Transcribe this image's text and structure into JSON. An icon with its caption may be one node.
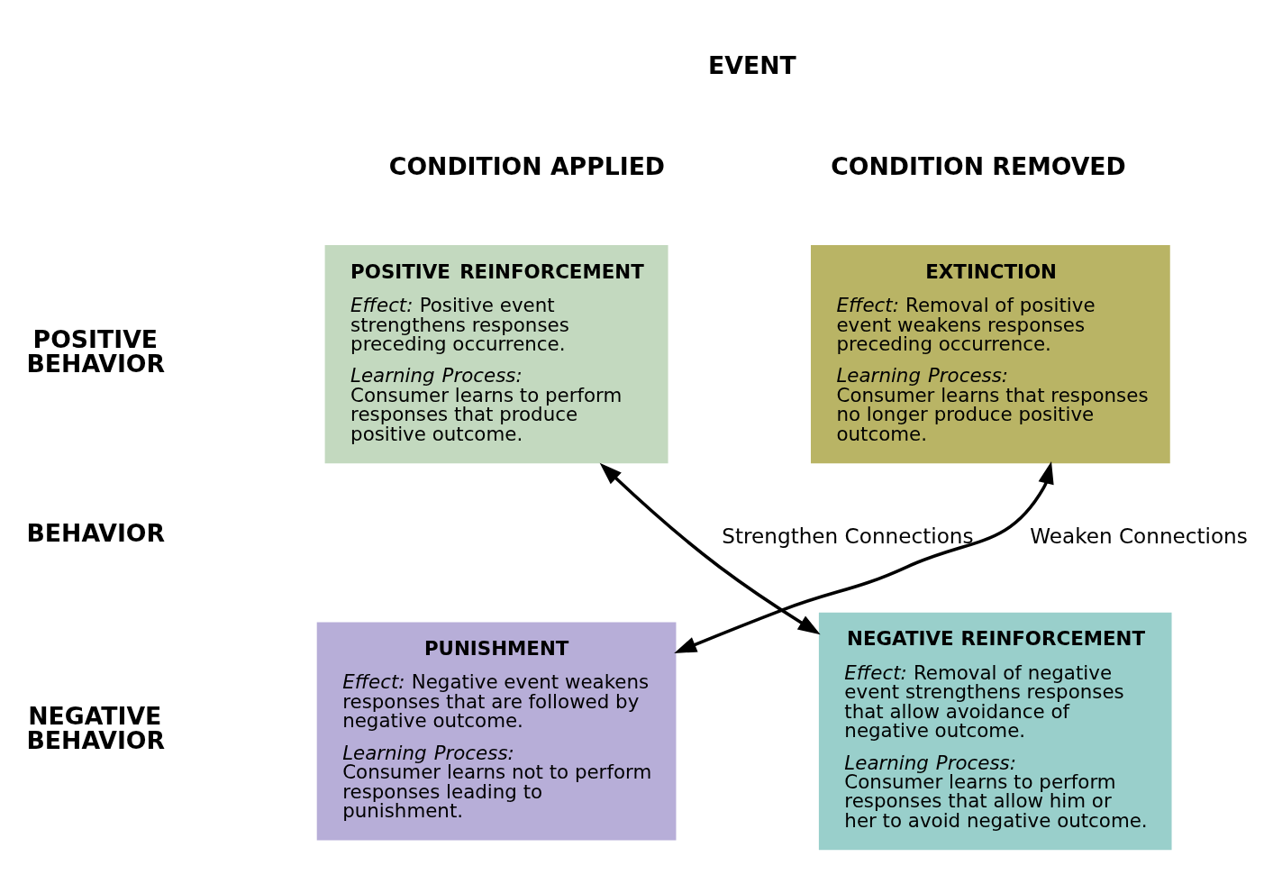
{
  "diagram": {
    "nodes": [
      {
        "text": [
          "POSITIVE REINFORCEMENT",
          "*Effect:* Positive event strengthens responses preceding occurrence.",
          "*Learning Process:* Consumer learns to perform responses that produce positive outcome."
        ]
      },
      {
        "text": [
          "EXTINCTION",
          "*Effect:* Removal of positive event weakens responses preceding occurrence.",
          "*Learning Process:* Consumer learns that responses no longer produce positive outcome."
        ]
      },
      {
        "text": [
          "PUNISHMENT",
          "*Effect:* Negative event weakens responses that are followed by negative outcome.",
          "*Learning Process:* Consumer learns not to perform responses leading to punishment."
        ]
      },
      {
        "text": [
          "NEGATIVE REINFORCEMENT",
          "*Effect:* Removal of negative event strengthens responses that allow avoidance of negative outcome.",
          "*Learning Process:* Consumer learns to perform responses that allow him or her to avoid negative outcome."
        ]
      }
    ],
    "edges": [
      {
        "from": 0,
        "to": 3,
        "arrow": "both",
        "label": "Strengthen Connections"
      },
      {
        "from": 2,
        "to": 1,
        "arrow": "both",
        "label": "Weaken Connections"
      }
    ],
    "labels": [
      "EVENT",
      "CONDITION APPLIED",
      "CONDITION REMOVED",
      "POSITIVE BEHAVIOR",
      "BEHAVIOR",
      "NEGATIVE BEHAVIOR"
    ]
  }
}
